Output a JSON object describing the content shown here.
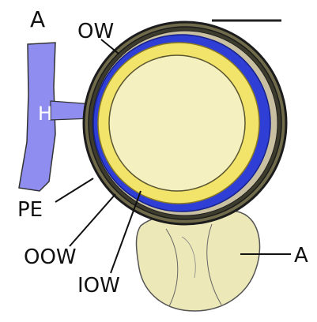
{
  "panel_label": "A",
  "labels": {
    "ow": "OW",
    "h": "H",
    "pe": "PE",
    "oow": "OOW",
    "iow": "IOW",
    "a": "A"
  },
  "colors": {
    "outer_wall_dark": "#1c1c1c",
    "blue_layer": "#2f3fd6",
    "yellow_layer": "#f2e46a",
    "inner_core": "#f5f0bf",
    "hypha": "#8f8ef0",
    "antheridium": "#ede8b8"
  }
}
